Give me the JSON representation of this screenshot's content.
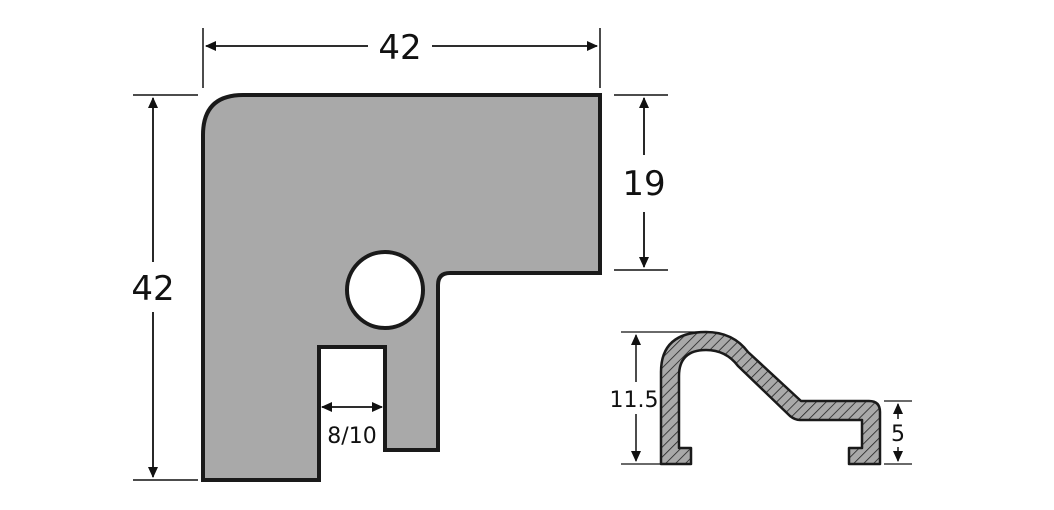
{
  "colors": {
    "background": "#ffffff",
    "part_fill": "#a9a9a9",
    "outline": "#1a1a1a",
    "hatch": "#222222"
  },
  "corner_plate": {
    "dim_width": "42",
    "dim_height": "42",
    "dim_arm": "19",
    "dim_slot": "8/10"
  },
  "profile": {
    "dim_height": "11.5",
    "dim_lip": "5"
  }
}
